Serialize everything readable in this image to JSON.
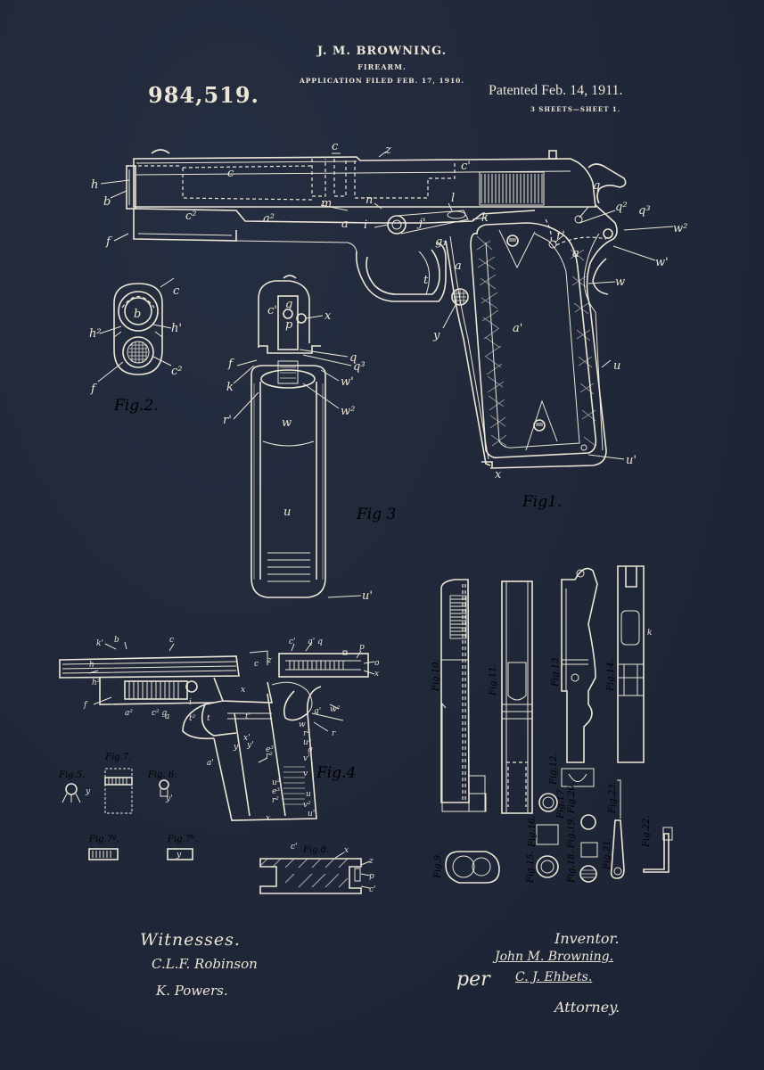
{
  "header": {
    "inventor_name": "J. M. BROWNING.",
    "title": "FIREARM.",
    "application_filed": "APPLICATION FILED FEB. 17, 1910.",
    "patent_number": "984,519.",
    "patented_date": "Patented Feb. 14, 1911.",
    "sheets": "3 SHEETS—SHEET 1."
  },
  "figures": {
    "fig1": {
      "label": "Fig.1.",
      "part_labels": [
        "c",
        "z",
        "c",
        "c'",
        "h",
        "b",
        "c2",
        "a2",
        "a",
        "i",
        "j'",
        "l",
        "k",
        "m",
        "n",
        "f",
        "q",
        "q2",
        "q3",
        "w2",
        "w'",
        "r'",
        "a",
        "w",
        "a'",
        "t",
        "y",
        "u",
        "u'",
        "x"
      ]
    },
    "fig2": {
      "label": "Fig.2.",
      "part_labels": [
        "b",
        "c",
        "h2",
        "h'",
        "f",
        "c2"
      ]
    },
    "fig3": {
      "label": "Fig 3",
      "part_labels": [
        "c'",
        "g",
        "p",
        "x",
        "q",
        "q3",
        "w'",
        "w2",
        "f",
        "k",
        "r'",
        "w",
        "u",
        "u'"
      ]
    },
    "fig4": {
      "label": "Fig.4",
      "part_labels": [
        "k'",
        "b",
        "c",
        "c'",
        "q'",
        "q",
        "p",
        "o",
        "x",
        "h",
        "h2",
        "b'",
        "t",
        "f",
        "a2",
        "a",
        "i",
        "x",
        "r2",
        "t'",
        "x'",
        "y",
        "y'",
        "c",
        "w2",
        "q'",
        "r",
        "w",
        "r3",
        "u3",
        "g",
        "v'",
        "a'",
        "u2",
        "e3",
        "r2",
        "v",
        "u",
        "v2",
        "u'",
        "x"
      ]
    },
    "fig5": {
      "label": "Fig.5."
    },
    "fig6": {
      "label": "Fig. 6."
    },
    "fig7": {
      "label": "Fig.7."
    },
    "fig7a": {
      "label": "Fig.7a."
    },
    "fig7b": {
      "label": "Fig.7b."
    },
    "fig8": {
      "label": "Fig.8."
    },
    "fig9": {
      "label": "Fig.9."
    },
    "fig10": {
      "label": "Fig.10."
    },
    "fig11": {
      "label": "Fig.11."
    },
    "fig12": {
      "label": "Fig.12."
    },
    "fig13": {
      "label": "Fig.13."
    },
    "fig14": {
      "label": "Fig.14."
    },
    "fig15": {
      "label": "Fig.15."
    },
    "fig16": {
      "label": "Fig.16."
    },
    "fig17": {
      "label": "Fig.17."
    },
    "fig18": {
      "label": "Fig.18."
    },
    "fig19": {
      "label": "Fig.19."
    },
    "fig20": {
      "label": "Fig.20."
    },
    "fig21": {
      "label": "Fig.21."
    },
    "fig22": {
      "label": "Fig.22."
    },
    "fig23": {
      "label": "Fig.23."
    }
  },
  "signatures": {
    "witnesses_heading": "Witnesses.",
    "witness_1": "C.L.F. Robinson",
    "witness_2": "K. Powers.",
    "inventor_heading": "Inventor.",
    "inventor_signature": "John M. Browning.",
    "per": "per",
    "attorney_signature": "C. J. Ehbets.",
    "attorney_heading": "Attorney."
  },
  "colors": {
    "background": "#1f2738",
    "ink": "#ece6d6"
  }
}
